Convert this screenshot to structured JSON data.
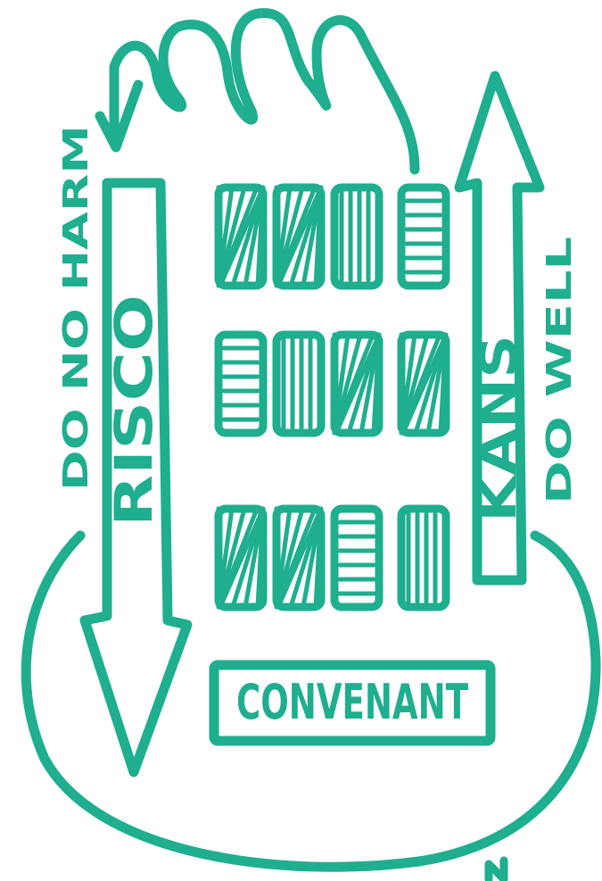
{
  "colors": {
    "ink": "#1fae8e",
    "background": "#ffffff"
  },
  "labels": {
    "risk_arrow": "RISCO",
    "risk_side": "DO NO HARM",
    "opportunity_arrow": "KANS",
    "opportunity_side": "DO WELL",
    "covenant": "CONVENANT"
  }
}
